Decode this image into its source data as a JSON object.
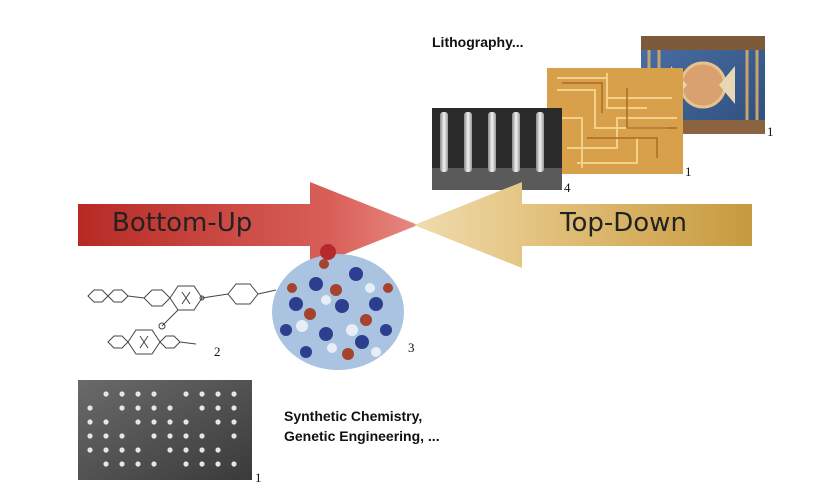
{
  "top_caption": "Lithography...",
  "bottom_caption": {
    "line1": "Synthetic Chemistry,",
    "line2": "Genetic Engineering, ..."
  },
  "arrows": {
    "left_label": "Bottom-Up",
    "right_label": "Top-Down",
    "left_color": "#c0302a",
    "right_color": "#c9a24a"
  },
  "image_refs": {
    "lithography_chip_blue": "1",
    "lithography_chip_gold": "1",
    "lithography_pillars": "4",
    "porphyrin_molecule": "2",
    "protein_model": "3",
    "atom_surface": "1"
  }
}
